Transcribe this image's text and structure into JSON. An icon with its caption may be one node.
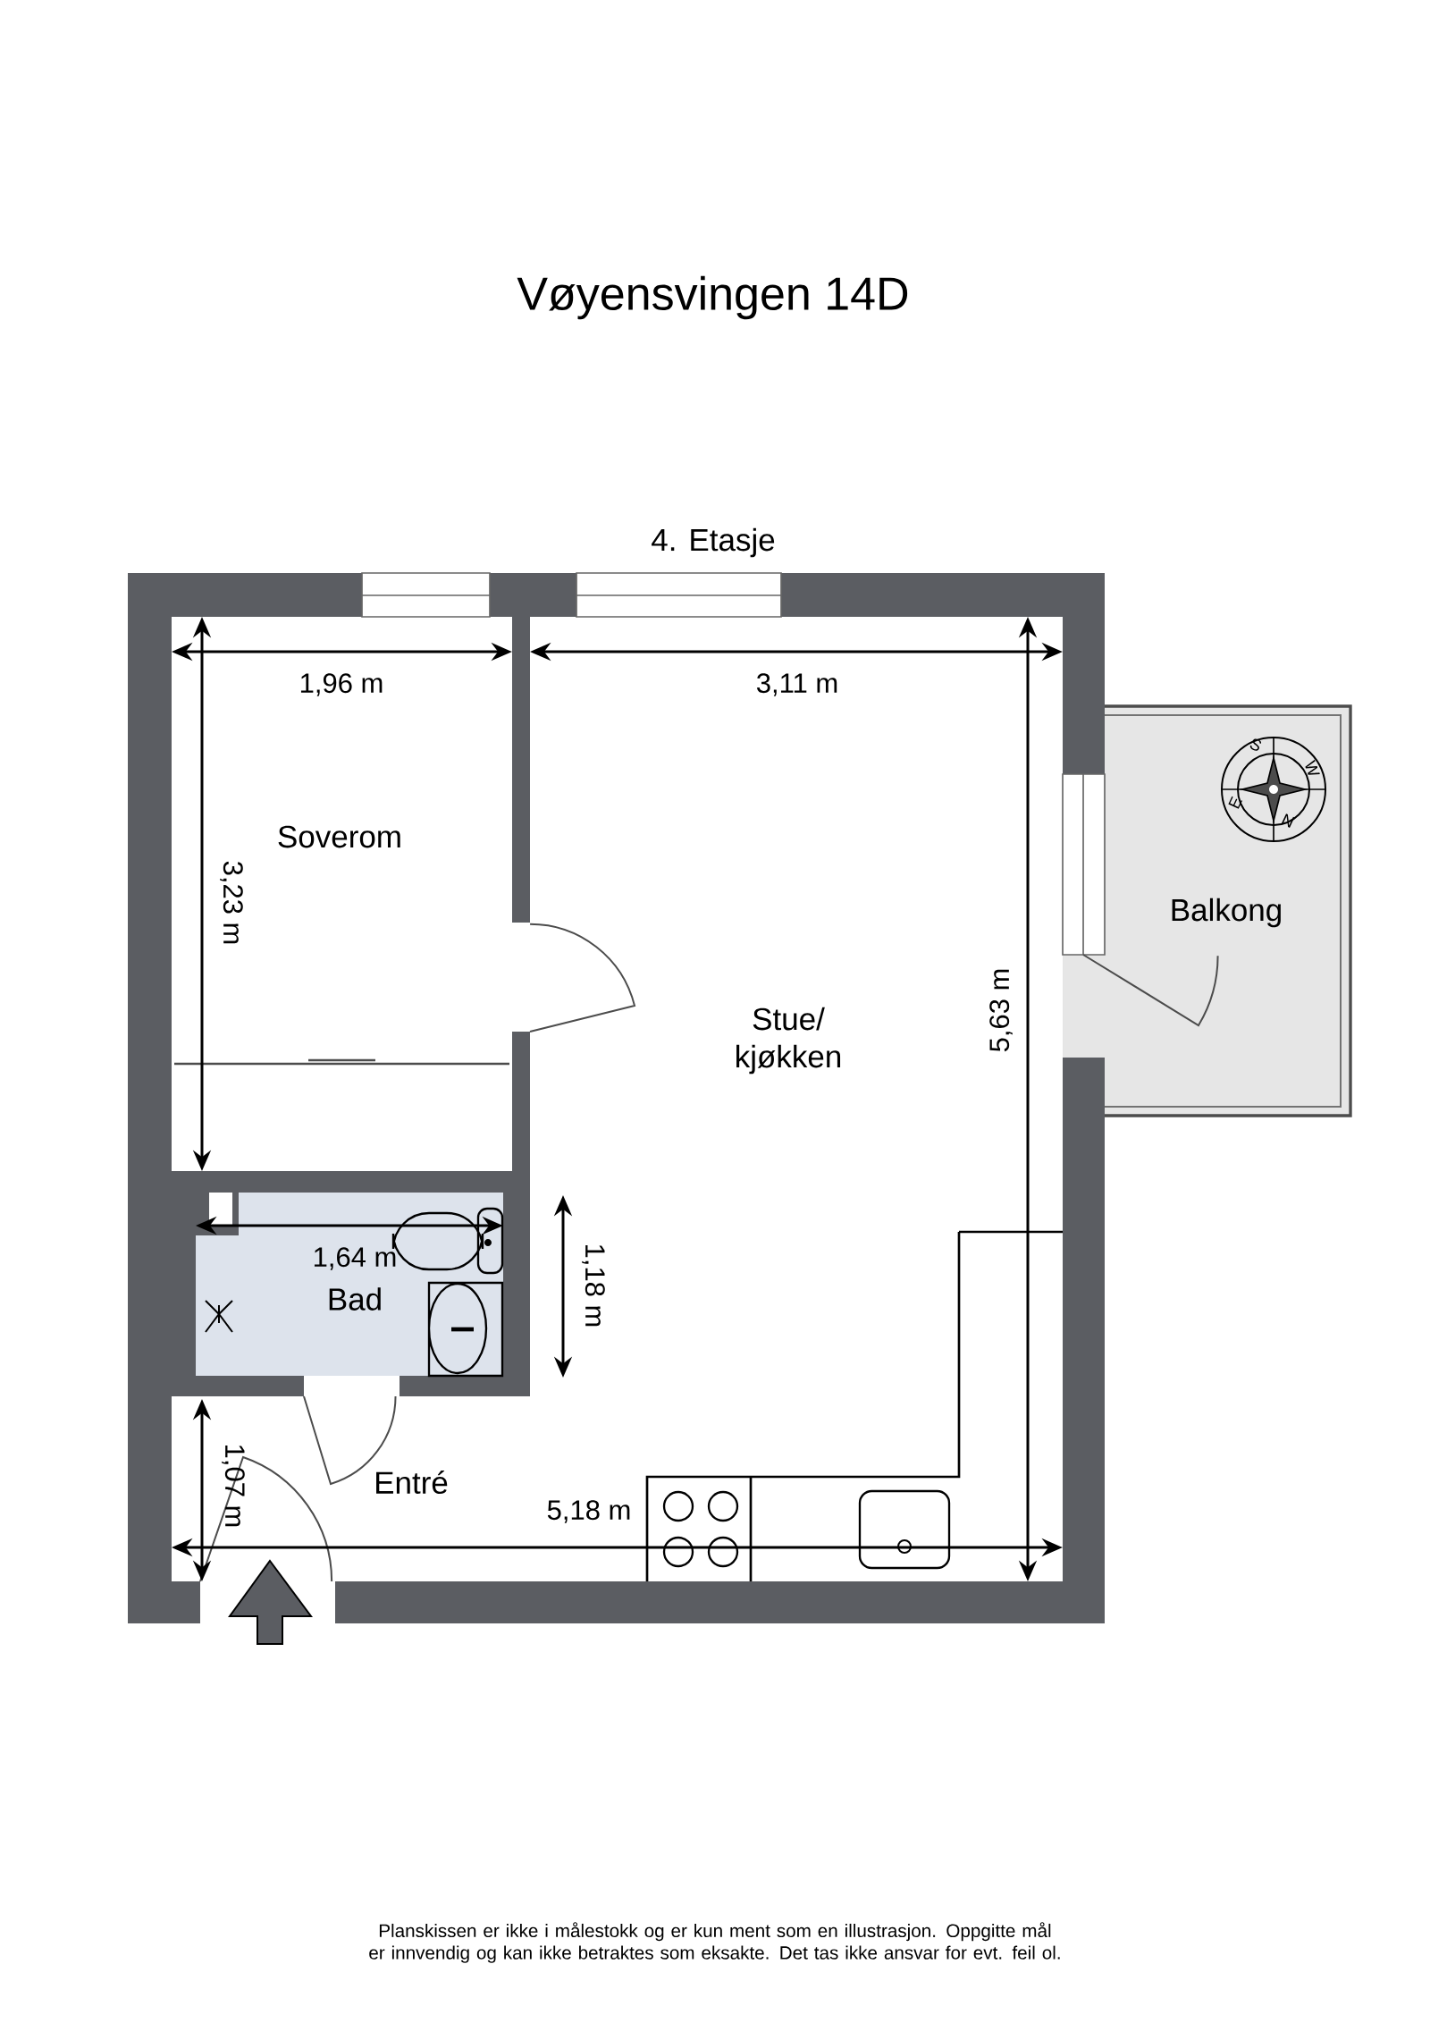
{
  "diagram": {
    "title": "Vøyensvingen 14D",
    "caption": "Planskissen er ikke i målestokk og er kun ment som en illustrasjon. Oppgitte mål er innvendig og kan ikke betraktes som eksakte. Det tas ikke ansvar for evt. feil ol.",
    "labels": [
      "4. Etasje",
      "1,96 m",
      "3,11 m",
      "S",
      "W",
      "Soverom",
      "3,23 m",
      "E",
      "N",
      "Balkong",
      "Stue/ kjøkken",
      "5,63 m",
      "1,64 m",
      "1,18 m",
      "Bad",
      "1,07 m",
      "Entré",
      "5,18 m"
    ]
  }
}
